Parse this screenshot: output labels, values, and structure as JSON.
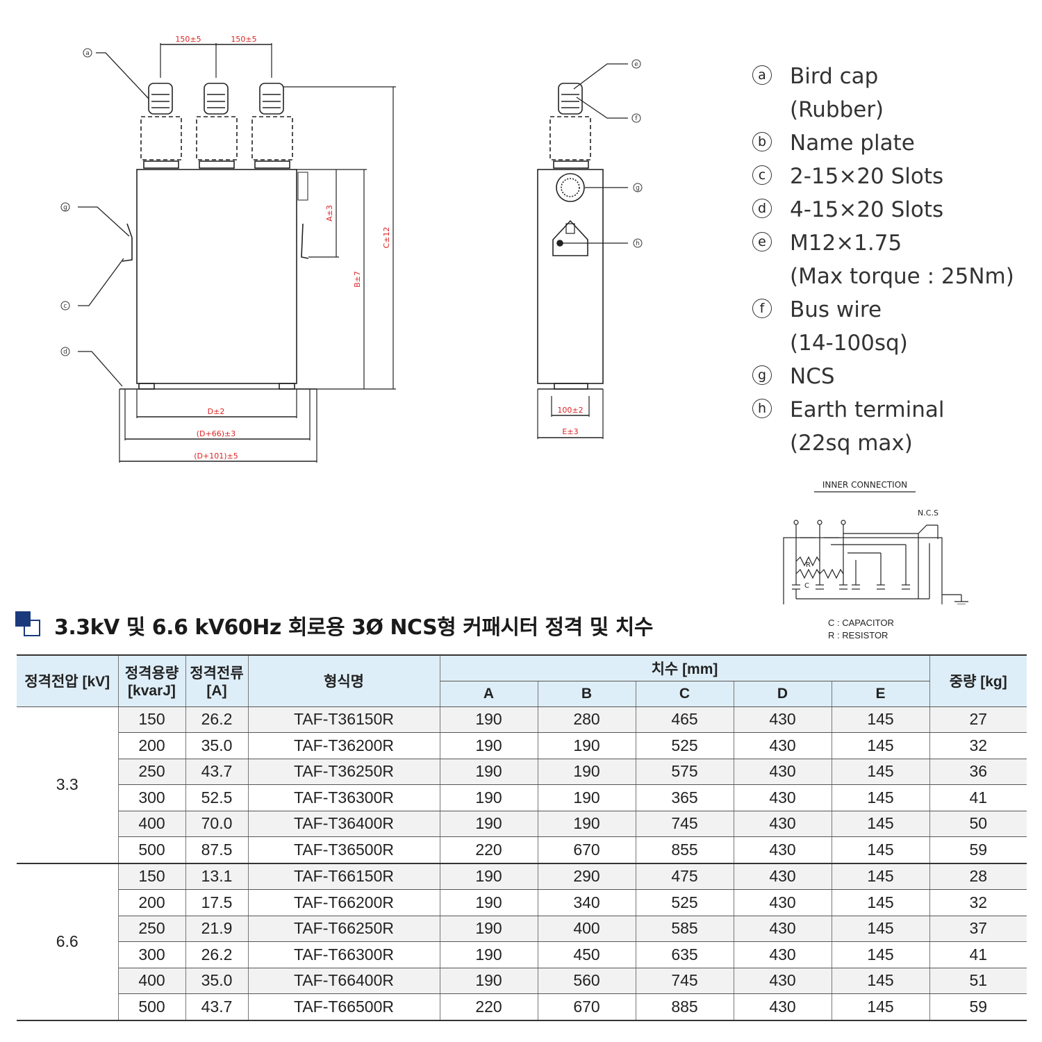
{
  "drawing": {
    "front_dims": {
      "pitch1": "150±5",
      "pitch2": "150±5",
      "a": "A±3",
      "b": "B±7",
      "c": "C±12",
      "d": "D±2",
      "d66": "(D+66)±3",
      "d101": "(D+101)±5"
    },
    "side_dims": {
      "slot": "100±2",
      "e": "E±3"
    },
    "front_markers": [
      "a",
      "g",
      "c",
      "d"
    ],
    "side_markers": [
      "e",
      "f",
      "g",
      "h"
    ],
    "inner": {
      "title": "INNER CONNECTION",
      "ncs": "N.C.S",
      "r": "R",
      "c": "C",
      "note_c": "C : CAPACITOR",
      "note_r": "R : RESISTOR"
    }
  },
  "legend": [
    {
      "mark": "a",
      "lines": [
        "Bird cap",
        "(Rubber)"
      ]
    },
    {
      "mark": "b",
      "lines": [
        "Name plate"
      ]
    },
    {
      "mark": "c",
      "lines": [
        "2-15×20 Slots"
      ]
    },
    {
      "mark": "d",
      "lines": [
        "4-15×20 Slots"
      ]
    },
    {
      "mark": "e",
      "lines": [
        "M12×1.75",
        "(Max torque : 25Nm)"
      ]
    },
    {
      "mark": "f",
      "lines": [
        "Bus wire",
        "(14-100sq)"
      ]
    },
    {
      "mark": "g",
      "lines": [
        "NCS"
      ]
    },
    {
      "mark": "h",
      "lines": [
        "Earth terminal",
        "(22sq max)"
      ]
    }
  ],
  "section_title": "3.3kV 및 6.6 kV60Hz 회로용 3Ø NCS형 커패시터 정격 및 치수",
  "table": {
    "headers": {
      "voltage": "정격전압 [kV]",
      "capacity_1": "정격용량",
      "capacity_2": "[kvarJ]",
      "current_1": "정격전류",
      "current_2": "[A]",
      "model": "형식명",
      "dims": "치수 [mm]",
      "a": "A",
      "b": "B",
      "c": "C",
      "d": "D",
      "e": "E",
      "weight": "중량 [kg]"
    },
    "groups": [
      {
        "voltage": "3.3",
        "rows": [
          [
            "150",
            "26.2",
            "TAF-T36150R",
            "190",
            "280",
            "465",
            "430",
            "145",
            "27"
          ],
          [
            "200",
            "35.0",
            "TAF-T36200R",
            "190",
            "190",
            "525",
            "430",
            "145",
            "32"
          ],
          [
            "250",
            "43.7",
            "TAF-T36250R",
            "190",
            "190",
            "575",
            "430",
            "145",
            "36"
          ],
          [
            "300",
            "52.5",
            "TAF-T36300R",
            "190",
            "190",
            "365",
            "430",
            "145",
            "41"
          ],
          [
            "400",
            "70.0",
            "TAF-T36400R",
            "190",
            "190",
            "745",
            "430",
            "145",
            "50"
          ],
          [
            "500",
            "87.5",
            "TAF-T36500R",
            "220",
            "670",
            "855",
            "430",
            "145",
            "59"
          ]
        ]
      },
      {
        "voltage": "6.6",
        "rows": [
          [
            "150",
            "13.1",
            "TAF-T66150R",
            "190",
            "290",
            "475",
            "430",
            "145",
            "28"
          ],
          [
            "200",
            "17.5",
            "TAF-T66200R",
            "190",
            "340",
            "525",
            "430",
            "145",
            "32"
          ],
          [
            "250",
            "21.9",
            "TAF-T66250R",
            "190",
            "400",
            "585",
            "430",
            "145",
            "37"
          ],
          [
            "300",
            "26.2",
            "TAF-T66300R",
            "190",
            "450",
            "635",
            "430",
            "145",
            "41"
          ],
          [
            "400",
            "35.0",
            "TAF-T66400R",
            "190",
            "560",
            "745",
            "430",
            "145",
            "51"
          ],
          [
            "500",
            "43.7",
            "TAF-T66500R",
            "220",
            "670",
            "885",
            "430",
            "145",
            "59"
          ]
        ]
      }
    ]
  }
}
